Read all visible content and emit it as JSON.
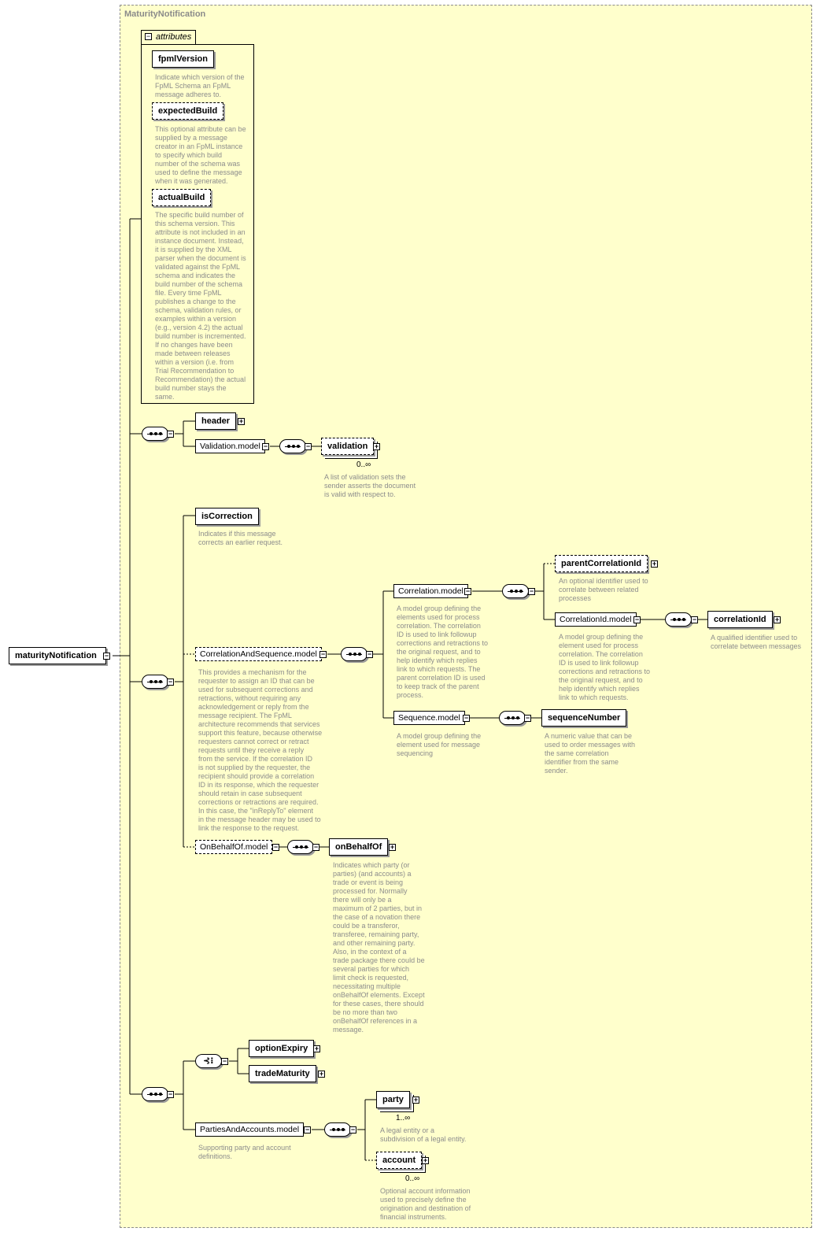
{
  "panel": {
    "title": "MaturityNotification"
  },
  "root": {
    "label": "maturityNotification"
  },
  "attributes": {
    "tab_label": "attributes",
    "items": [
      {
        "label": "fpmlVersion",
        "doc": "Indicate which version of the\nFpML Schema an FpML\nmessage adheres to."
      },
      {
        "label": "expectedBuild",
        "doc": "This optional attribute can be\nsupplied by a message\ncreator in an FpML instance\nto specify which build\nnumber of the schema was\nused to define the message\nwhen it was generated."
      },
      {
        "label": "actualBuild",
        "doc": "The specific build number of\nthis schema version. This\nattribute is not included in an\ninstance document. Instead,\nit is supplied by the XML\nparser when the document is\nvalidated against the FpML\nschema and indicates the\nbuild number of the schema\nfile. Every time FpML\npublishes a change to the\nschema, validation rules, or\nexamples within a version\n(e.g., version 4.2) the actual\nbuild number is incremented.\nIf no changes have been\nmade between releases\nwithin a version (i.e. from\nTrial Recommendation to\nRecommendation) the actual\nbuild number stays the\nsame."
      }
    ]
  },
  "group1": {
    "header": "header",
    "validation_model": "Validation.model",
    "validation": "validation",
    "validation_card": "0..∞",
    "validation_doc": "A list of validation sets the\nsender asserts the document\nis valid with respect to."
  },
  "group2": {
    "is_correction": "isCorrection",
    "is_correction_doc": "Indicates if this message\ncorrects an earlier request.",
    "cas_model": "CorrelationAndSequence.model",
    "cas_doc": "This provides a mechanism for the\nrequester to assign an ID that can be\nused for subsequent corrections and\nretractions, without requiring any\nacknowledgement or reply from the\nmessage recipient. The FpML\narchitecture recommends that services\nsupport this feature, because otherwise\nrequesters cannot correct or retract\nrequests until they receive a reply\nfrom the service. If the correlation ID\nis not supplied by the requester, the\nrecipient should provide a correlation\nID in its response, which the requester\nshould retain in case subsequent\ncorrections or retractions are required.\nIn this case, the \"inReplyTo\" element\nin the message header may be used to\nlink the response to the request.",
    "correlation_model": "Correlation.model",
    "correlation_model_doc": "A model group defining the\nelements used for process\ncorrelation. The correlation\nID is used to link followup\ncorrections and retractions to\nthe original request, and to\nhelp identify which replies\nlink to which requests. The\nparent correlation ID is used\nto keep track of the parent\nprocess.",
    "parent_correlation_id": "parentCorrelationId",
    "parent_correlation_id_doc": "An optional identifier used to\ncorrelate between related\nprocesses",
    "correlation_id_model": "CorrelationId.model",
    "correlation_id_model_doc": "A model group defining the\nelement used for process\ncorrelation. The correlation\nID is used to link followup\ncorrections and retractions to\nthe original request, and to\nhelp identify which replies\nlink to which requests.",
    "correlation_id": "correlationId",
    "correlation_id_doc": "A qualified identifier used to\ncorrelate between messages",
    "sequence_model": "Sequence.model",
    "sequence_model_doc": "A model group defining the\nelement used for message\nsequencing",
    "sequence_number": "sequenceNumber",
    "sequence_number_doc": "A numeric value that can be\nused to order messages with\nthe same correlation\nidentifier from the same\nsender.",
    "on_behalf_of_model": "OnBehalfOf.model",
    "on_behalf_of": "onBehalfOf",
    "on_behalf_of_doc": "Indicates which party (or\nparties) (and accounts) a\ntrade or event is being\nprocessed for. Normally\nthere will only be a\nmaximum of 2 parties, but in\nthe case of a novation there\ncould be a transferor,\ntransferee, remaining party,\nand other remaining party.\nAlso, in the context of a\ntrade package there could be\nseveral parties for which\nlimit check is requested,\nnecessitating multiple\nonBehalfOf elements. Except\nfor these cases, there should\nbe no more than two\nonBehalfOf references in a\nmessage."
  },
  "group3": {
    "option_expiry": "optionExpiry",
    "trade_maturity": "tradeMaturity",
    "pa_model": "PartiesAndAccounts.model",
    "pa_model_doc": "Supporting party and account\ndefinitions.",
    "party": "party",
    "party_card": "1..∞",
    "party_doc": "A legal entity or a\nsubdivision of a legal entity.",
    "account": "account",
    "account_card": "0..∞",
    "account_doc": "Optional account information\nused to precisely define the\norigination and destination of\nfinancial instruments."
  }
}
